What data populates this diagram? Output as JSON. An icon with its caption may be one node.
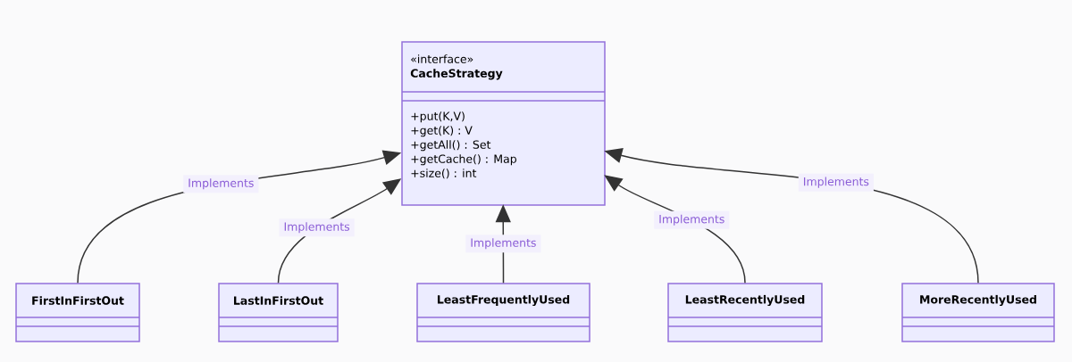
{
  "diagram": {
    "nodes": [
      {
        "text": [
          "«interface»",
          "CacheStrategy",
          "+put(K,V)",
          "+get(K) : V",
          "+getAll() : Set",
          "+getCache() : Map",
          "+size() : int"
        ]
      },
      {
        "text": [
          "FirstInFirstOut"
        ]
      },
      {
        "text": [
          "LastInFirstOut"
        ]
      },
      {
        "text": [
          "LeastFrequentlyUsed"
        ]
      },
      {
        "text": [
          "LeastRecentlyUsed"
        ]
      },
      {
        "text": [
          "MoreRecentlyUsed"
        ]
      }
    ],
    "edges": [
      {
        "from": 1,
        "to": 0,
        "arrow": "to",
        "label": "Implements"
      },
      {
        "from": 2,
        "to": 0,
        "arrow": "to",
        "label": "Implements"
      },
      {
        "from": 3,
        "to": 0,
        "arrow": "to",
        "label": "Implements"
      },
      {
        "from": 4,
        "to": 0,
        "arrow": "to",
        "label": "Implements"
      },
      {
        "from": 5,
        "to": 0,
        "arrow": "to",
        "label": "Implements"
      }
    ]
  }
}
